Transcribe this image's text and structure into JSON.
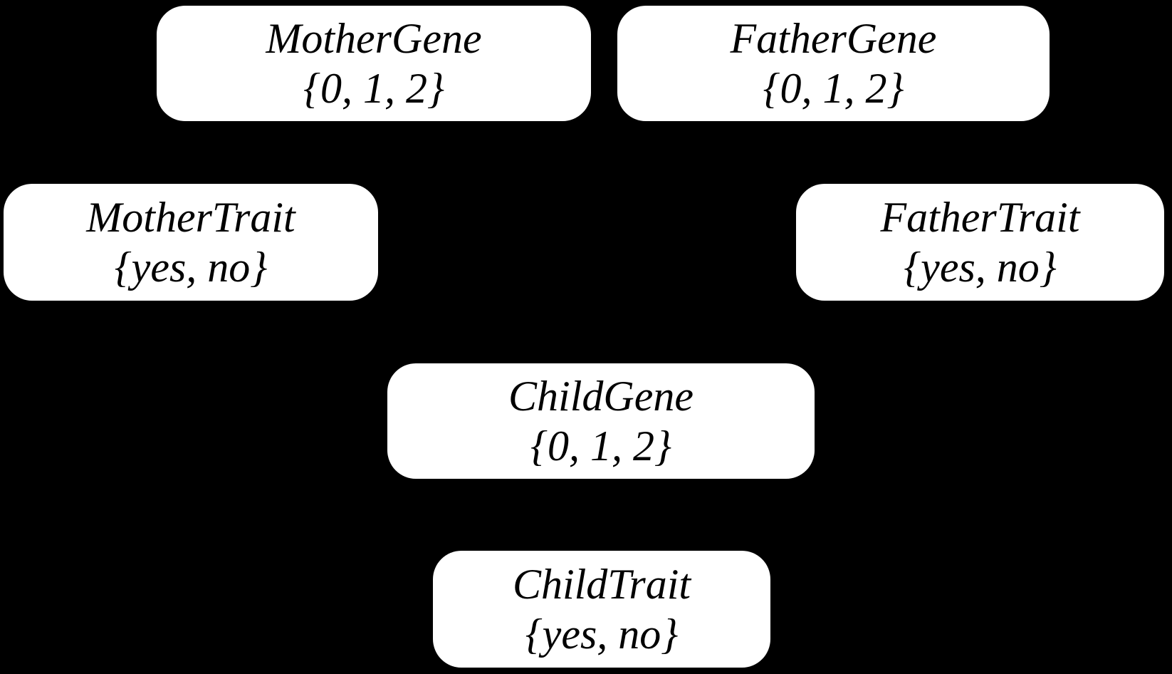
{
  "colors": {
    "background": "#000000",
    "node-fill": "#ffffff",
    "node-text": "#000000"
  },
  "diagram": {
    "type": "bayesian-network",
    "nodes": [
      {
        "id": "mother-gene",
        "name": "MotherGene",
        "domain": "{0, 1, 2}"
      },
      {
        "id": "father-gene",
        "name": "FatherGene",
        "domain": "{0, 1, 2}"
      },
      {
        "id": "mother-trait",
        "name": "MotherTrait",
        "domain": "{yes, no}"
      },
      {
        "id": "father-trait",
        "name": "FatherTrait",
        "domain": "{yes, no}"
      },
      {
        "id": "child-gene",
        "name": "ChildGene",
        "domain": "{0, 1, 2}"
      },
      {
        "id": "child-trait",
        "name": "ChildTrait",
        "domain": "{yes, no}"
      }
    ]
  }
}
